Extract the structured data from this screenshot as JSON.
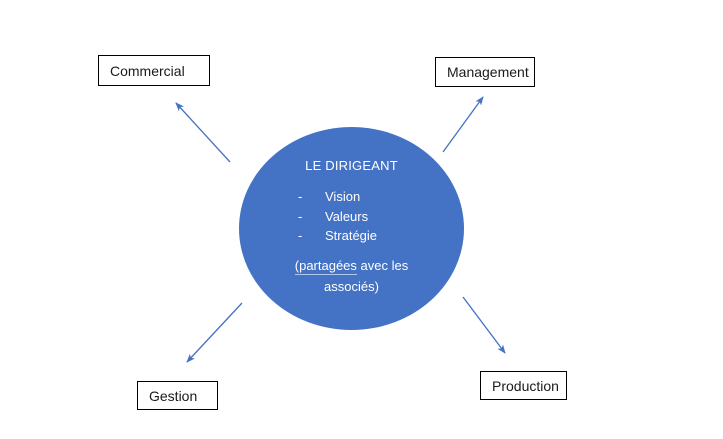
{
  "diagram": {
    "center": {
      "title": "LE DIRIGEANT",
      "bullet": "-",
      "items": [
        "Vision",
        "Valeurs",
        "Stratégie"
      ],
      "note_underlined": "(partagées",
      "note_after": " avec les",
      "note_line2": "associés)"
    },
    "boxes": [
      {
        "id": "commercial",
        "label": "Commercial"
      },
      {
        "id": "management",
        "label": "Management"
      },
      {
        "id": "gestion",
        "label": "Gestion"
      },
      {
        "id": "production",
        "label": "Production"
      }
    ],
    "colors": {
      "circle_fill": "#4472C4",
      "circle_text": "#FFFFFF",
      "arrow": "#4472C4",
      "box_border": "#000000",
      "box_text": "#1A1A1A",
      "background": "#FFFFFF"
    }
  }
}
